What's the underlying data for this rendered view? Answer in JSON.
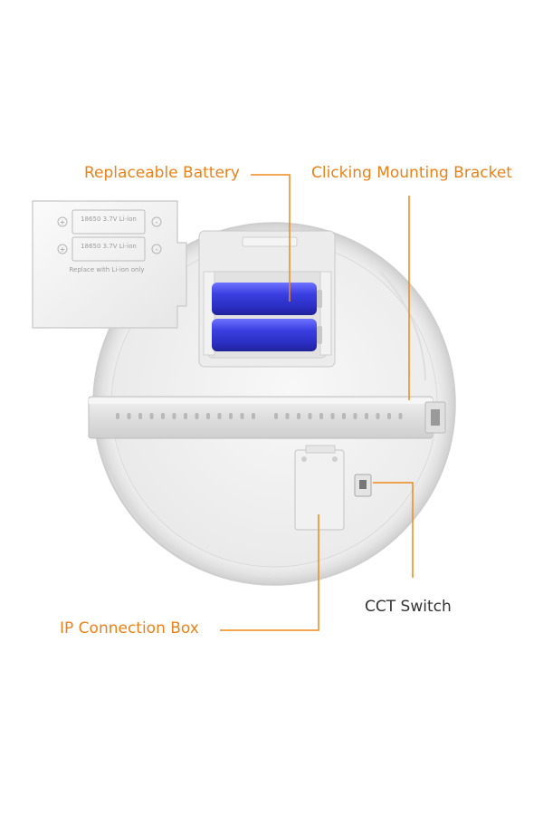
{
  "labels": {
    "replaceable_battery": "Replaceable Battery",
    "clicking_mounting_bracket": "Clicking Mounting Bracket",
    "cct_switch": "CCT Switch",
    "ip_connection_box": "IP Connection Box"
  },
  "battery_cover": {
    "cell_top": "18650 3.7V Li-ion",
    "cell_bottom": "18650 3.7V Li-ion",
    "notice": "Replace with Li-ion only",
    "plus_symbol": "+",
    "minus_symbol": "-"
  },
  "colors": {
    "callout_orange": "#ee8a1c",
    "label_orange": "#e8821a",
    "label_dark": "#333333",
    "battery_blue": "#3a3ddb",
    "panel_white": "#f4f4f4"
  }
}
